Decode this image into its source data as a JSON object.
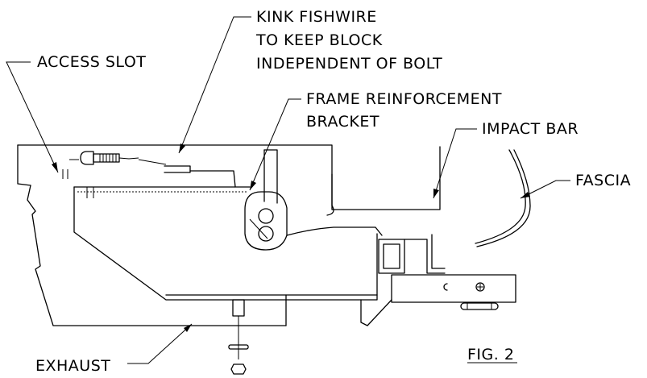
{
  "labels": {
    "kink_fishwire": [
      "KINK FISHWIRE",
      "TO KEEP BLOCK",
      "INDEPENDENT OF BOLT"
    ],
    "access_slot": "ACCESS SLOT",
    "frame_bracket": [
      "FRAME REINFORCEMENT",
      "BRACKET"
    ],
    "impact_bar": "IMPACT BAR",
    "fascia": "FASCIA",
    "exhaust": "EXHAUST",
    "figure": "FIG. 2"
  },
  "colors": {
    "ink": "#000000",
    "paper": "#ffffff"
  }
}
